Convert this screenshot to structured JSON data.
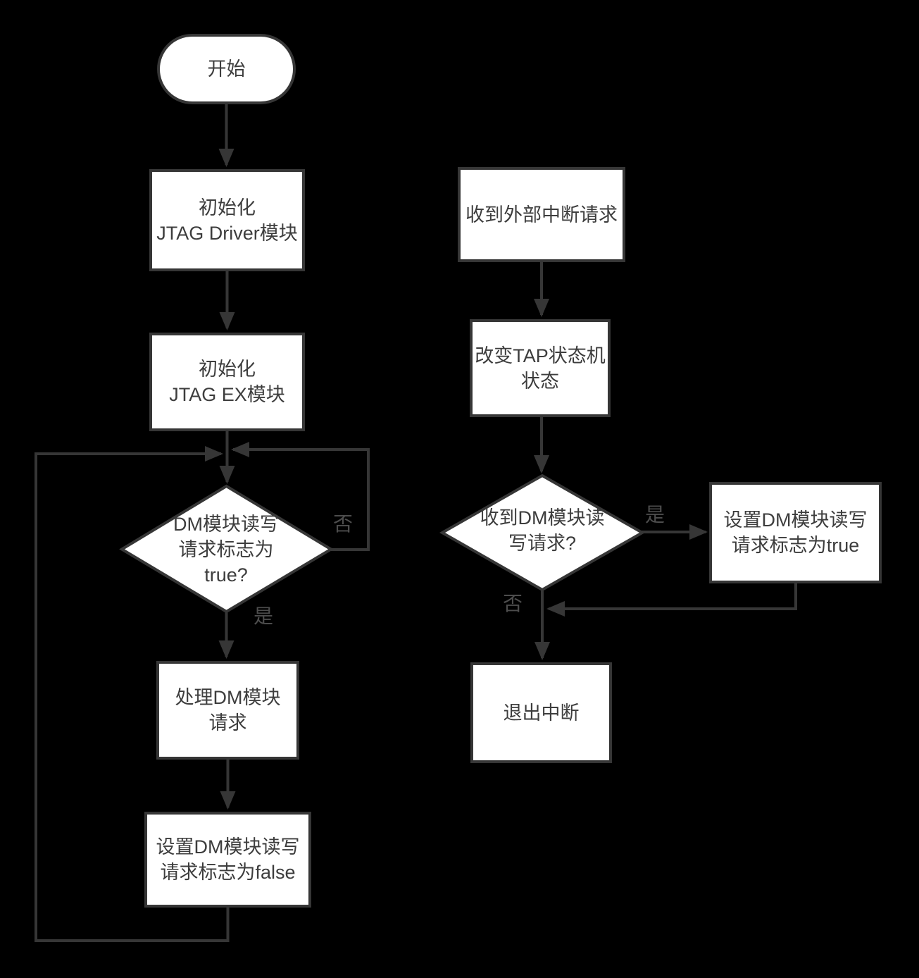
{
  "diagram": {
    "background": "#000000",
    "stroke_color": "#363636",
    "node_fill": "#ffffff",
    "text_color": "#3d3d3d",
    "edge_label_color": "#4d4d4d",
    "nodes": {
      "start": "开始",
      "init_driver": "初始化\nJTAG Driver模块",
      "init_ex": "初始化\nJTAG EX模块",
      "dm_flag_decision": "DM模块读写\n请求标志为\ntrue?",
      "handle_dm": "处理DM模块\n请求",
      "set_flag_false": "设置DM模块读写\n请求标志为false",
      "recv_interrupt": "收到外部中断请求",
      "change_tap": "改变TAP状态机\n状态",
      "recv_dm_decision": "收到DM模块读\n写请求?",
      "set_flag_true": "设置DM模块读写\n请求标志为true",
      "exit_interrupt": "退出中断"
    },
    "edge_labels": {
      "dm_flag_no": "否",
      "dm_flag_yes": "是",
      "recv_dm_yes": "是",
      "recv_dm_no": "否"
    }
  }
}
